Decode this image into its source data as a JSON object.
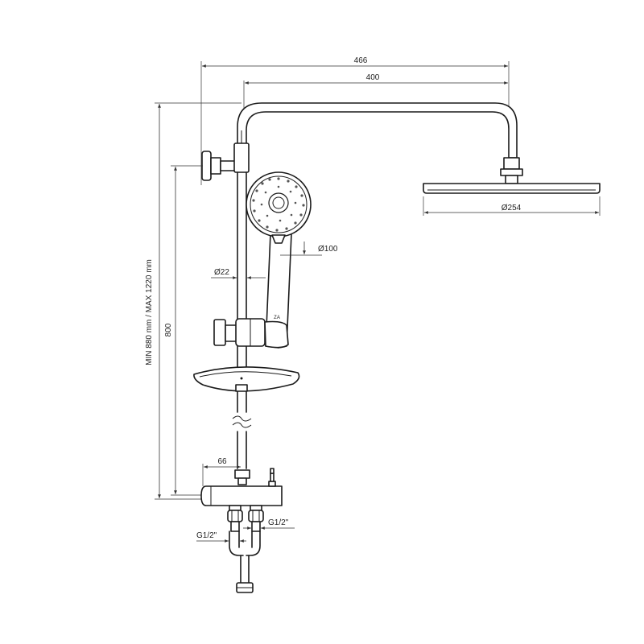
{
  "dimensions": {
    "overall_width": "466",
    "arm_length": "400",
    "head_diameter": "Ø254",
    "hand_shower_diameter": "Ø100",
    "rail_diameter": "Ø22",
    "height_800": "800",
    "height_range": "MIN 880 mm / MAX 1220 mm",
    "valve_offset": "66",
    "inlet_left": "G1/2\"",
    "inlet_right": "G1/2\""
  },
  "labels": {
    "hand_shower_mark": "ZA"
  },
  "colors": {
    "line": "#1a1a1a",
    "background": "#ffffff"
  }
}
